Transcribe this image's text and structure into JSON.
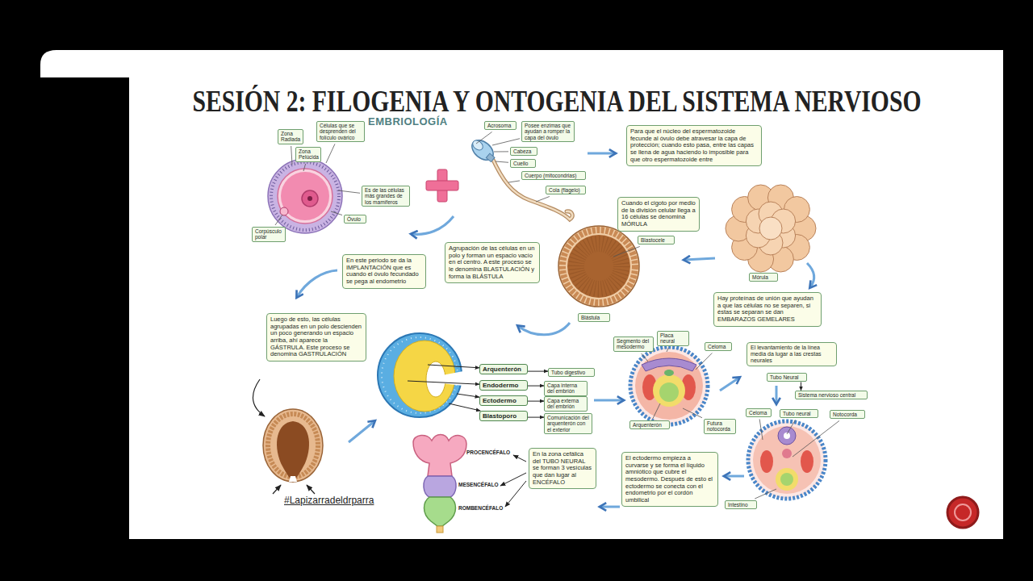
{
  "diagram": {
    "title": "SESIÓN 2: FILOGENIA Y ONTOGENIA DEL SISTEMA NERVIOSO",
    "nodes": [
      {
        "text": [
          "Zona Radiada"
        ]
      },
      {
        "text": [
          "Células que se desprenden del folículo ovárico"
        ]
      },
      {
        "text": [
          "Zona Pelúcida"
        ]
      },
      {
        "text": [
          "Es de las células más grandes de los mamíferos"
        ]
      },
      {
        "text": [
          "Óvulo"
        ]
      },
      {
        "text": [
          "Corpúsculo polar"
        ]
      },
      {
        "text": [
          "Acrosoma"
        ]
      },
      {
        "text": [
          "Posee enzimas que ayudan a romper la capa del óvulo"
        ]
      },
      {
        "text": [
          "Cabeza"
        ]
      },
      {
        "text": [
          "Cuello"
        ]
      },
      {
        "text": [
          "Cuerpo (mitocondrias)"
        ]
      },
      {
        "text": [
          "Cola (flagelo)"
        ]
      },
      {
        "text": [
          "Para que el núcleo del espermatozoide fecunde al óvulo debe atravesar la capa de protección; cuando esto pasa, entre las capas se llena de agua haciendo lo imposible para que otro espermatozoide entre"
        ]
      },
      {
        "text": [
          "Cuando el cigoto por medio de la división celular llega a 16 células se denomina MÓRULA"
        ]
      },
      {
        "text": [
          "Blastocele"
        ]
      },
      {
        "text": [
          "Mórula"
        ]
      },
      {
        "text": [
          "Agrupación de las células en un polo y forman un espacio vacío en el centro. A este proceso se le denomina BLASTULACIÓN y forma la BLÁSTULA"
        ]
      },
      {
        "text": [
          "En este periodo se da la IMPLANTACIÓN que es cuando el óvulo fecundado se pega al endometrio"
        ]
      },
      {
        "text": [
          "Blástula"
        ]
      },
      {
        "text": [
          "Hay proteínas de unión que ayudan a que las células no se separen, si éstas se separan se dan EMBARAZOS GEMELARES"
        ]
      },
      {
        "text": [
          "Luego de esto, las células agrupadas en un polo descienden un poco generando un espacio arriba, ahí aparece la GÁSTRULA. Este proceso se denomina GASTRULACIÓN"
        ]
      },
      {
        "text": [
          "Arquenterón"
        ]
      },
      {
        "text": [
          "Tubo digestivo"
        ]
      },
      {
        "text": [
          "Endodermo"
        ]
      },
      {
        "text": [
          "Capa interna del embrión"
        ]
      },
      {
        "text": [
          "Ectodermo"
        ]
      },
      {
        "text": [
          "Capa externa del embrión"
        ]
      },
      {
        "text": [
          "Blastoporo"
        ]
      },
      {
        "text": [
          "Comunicación del arquenterón con el exterior"
        ]
      },
      {
        "text": [
          "Segmento del mesodermo"
        ]
      },
      {
        "text": [
          "Placa neural"
        ]
      },
      {
        "text": [
          "Celoma"
        ]
      },
      {
        "text": [
          "Arquenterón"
        ]
      },
      {
        "text": [
          "Futura notocorda"
        ]
      },
      {
        "text": [
          "El levantamiento de la línea media da lugar a las crestas neurales"
        ]
      },
      {
        "text": [
          "Tubo Neural"
        ]
      },
      {
        "text": [
          "Sistema nervioso central"
        ]
      },
      {
        "text": [
          "Celoma"
        ]
      },
      {
        "text": [
          "Tubo neural"
        ]
      },
      {
        "text": [
          "Notocorda"
        ]
      },
      {
        "text": [
          "Intestino"
        ]
      },
      {
        "text": [
          "El ectodermo empieza a curvarse y se forma el líquido amniótico que cubre el mesodermo. Después de esto el ectodermo se conecta con el endometrio por el cordón umbilical"
        ]
      },
      {
        "text": [
          "En la zona cefálica del TUBO NEURAL se forman 3 vesículas que dan lugar al ENCÉFALO"
        ]
      }
    ],
    "edges": [
      {
        "from": 21,
        "to": 22,
        "arrow": "to"
      },
      {
        "from": 23,
        "to": 24,
        "arrow": "to"
      },
      {
        "from": 25,
        "to": 26,
        "arrow": "to"
      },
      {
        "from": 27,
        "to": 28,
        "arrow": "to"
      },
      {
        "from": 35,
        "to": 36,
        "arrow": "to"
      }
    ],
    "labels": [
      "EMBRIOLOGÍA",
      "PROCENCÉFALO",
      "MESENCÉFALO",
      "ROMBENCÉFALO",
      "#Lapizarradeldrparra"
    ]
  }
}
